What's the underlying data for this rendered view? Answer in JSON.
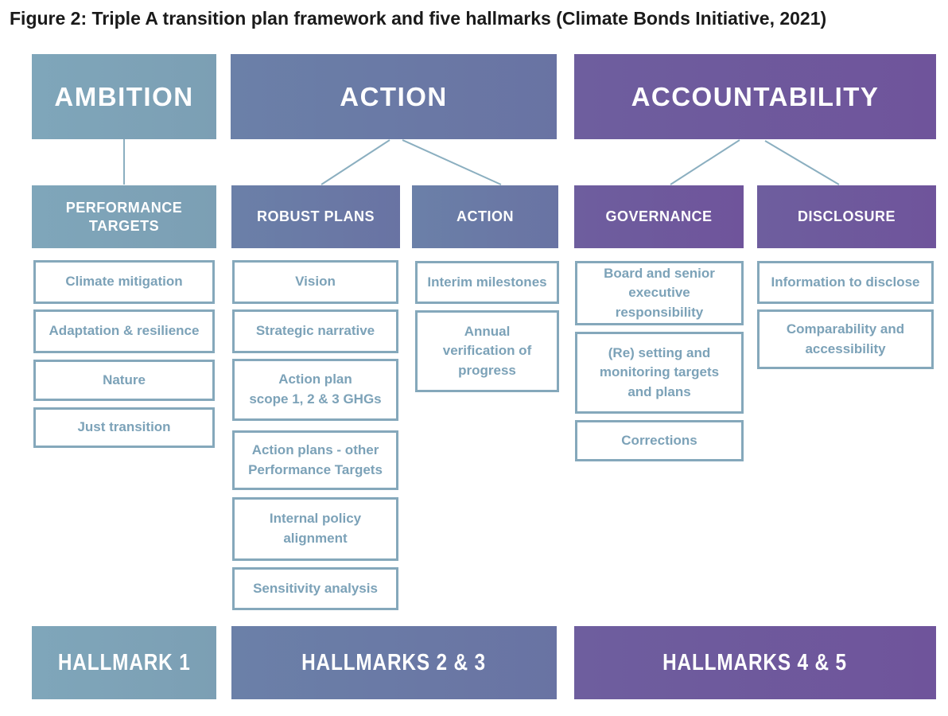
{
  "figure": {
    "title": "Figure 2: Triple A transition plan framework and five hallmarks (Climate Bonds Initiative, 2021)"
  },
  "colors": {
    "ambition_blue_start": "#7FA6BA",
    "ambition_blue_end": "#7C9FB4",
    "action_blue_start": "#6B80A8",
    "action_blue_end": "#6973A3",
    "accountability_purple_start": "#6E5E9E",
    "accountability_purple_end": "#6F549B",
    "item_border": "#85A8BB",
    "item_text": "#7CA2B8",
    "connector_line": "#8BAFC0",
    "title_text": "#1a1a1a"
  },
  "columns": [
    {
      "header": "AMBITION",
      "hallmark": "HALLMARK 1",
      "groups": [
        {
          "subheader": "PERFORMANCE\nTARGETS",
          "items": [
            "Climate mitigation",
            "Adaptation & resilience",
            "Nature",
            "Just transition"
          ]
        }
      ]
    },
    {
      "header": "ACTION",
      "hallmark": "HALLMARKS 2 & 3",
      "groups": [
        {
          "subheader": "ROBUST PLANS",
          "items": [
            "Vision",
            "Strategic narrative",
            "Action plan\nscope 1, 2 & 3 GHGs",
            "Action plans - other\nPerformance Targets",
            "Internal policy\nalignment",
            "Sensitivity analysis"
          ]
        },
        {
          "subheader": "ACTION",
          "items": [
            "Interim milestones",
            "Annual\nverification of\nprogress"
          ]
        }
      ]
    },
    {
      "header": "ACCOUNTABILITY",
      "hallmark": "HALLMARKS 4 & 5",
      "groups": [
        {
          "subheader": "GOVERNANCE",
          "items": [
            "Board and senior\nexecutive\nresponsibility",
            "(Re) setting and\nmonitoring targets\nand plans",
            "Corrections"
          ]
        },
        {
          "subheader": "DISCLOSURE",
          "items": [
            "Information to disclose",
            "Comparability and\naccessibility"
          ]
        }
      ]
    }
  ]
}
